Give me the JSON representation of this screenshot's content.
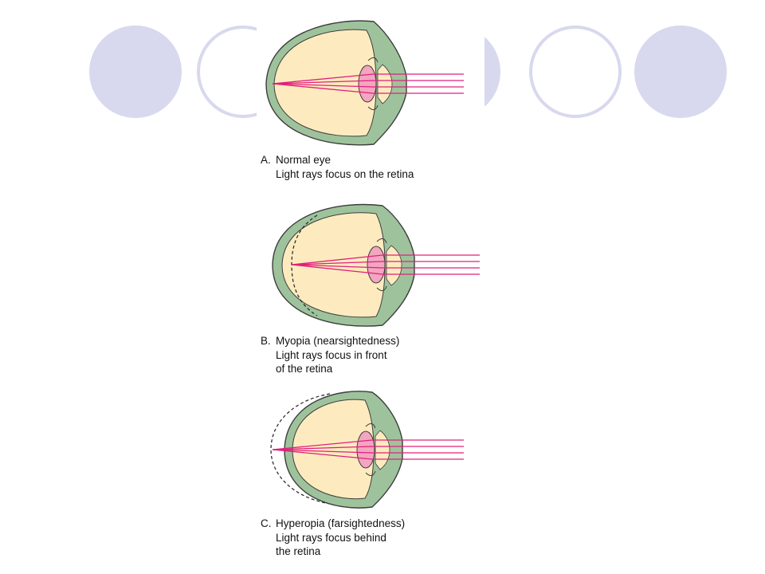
{
  "colors": {
    "decor_fill": "#d8d8ee",
    "decor_stroke": "#d8d8ee",
    "sclera": "#9ec39c",
    "sclera_edge": "#3d3d3d",
    "vitreous": "#fdebbf",
    "lens": "#f3a6c0",
    "ray": "#e0207c"
  },
  "panels": [
    {
      "id": "a",
      "letter": "A.",
      "lines": [
        "Normal eye",
        "Light rays focus on the retina"
      ],
      "condition": "normal"
    },
    {
      "id": "b",
      "letter": "B.",
      "lines": [
        "Myopia (nearsightedness)",
        "Light rays focus in front",
        "of the retina"
      ],
      "condition": "myopia"
    },
    {
      "id": "c",
      "letter": "C.",
      "lines": [
        "Hyperopia (farsightedness)",
        "Light rays focus behind",
        "the retina"
      ],
      "condition": "hyperopia"
    }
  ]
}
